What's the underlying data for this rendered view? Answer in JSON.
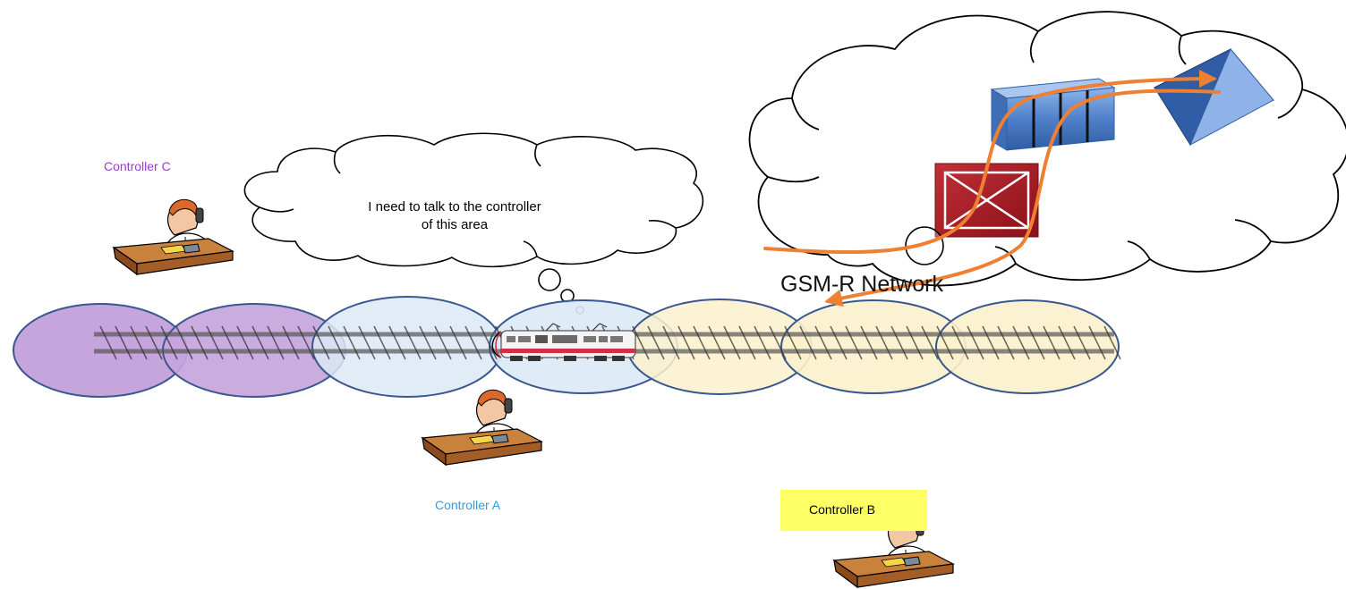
{
  "thought_bubble": {
    "line1": "I need to talk to the controller",
    "line2": "of this area"
  },
  "network": {
    "label": "GSM-R Network"
  },
  "controllers": {
    "a": {
      "label": "Controller A",
      "color": "#2E9BE6"
    },
    "b": {
      "label": "Controller B",
      "color": "#000000",
      "highlight": "#FFFF66"
    },
    "c": {
      "label": "Controller C",
      "color": "#9B38D6"
    }
  },
  "cells": {
    "purple_fill": "#C5A5DC",
    "blue_fill": "#DCE9F5",
    "yellow_fill": "#FBF1CC",
    "outline": "#3A5790"
  },
  "colors": {
    "arrow": "#EE8033",
    "switch": "#A11A22",
    "server": "#5D8FD3",
    "node": "#4E7CC2"
  },
  "icons": {
    "controller_icon": "controller-at-desk-icon",
    "train_icon": "train-icon",
    "switch_icon": "msc-switch-icon",
    "server_icon": "server-rack-icon",
    "node_icon": "network-node-icon"
  }
}
